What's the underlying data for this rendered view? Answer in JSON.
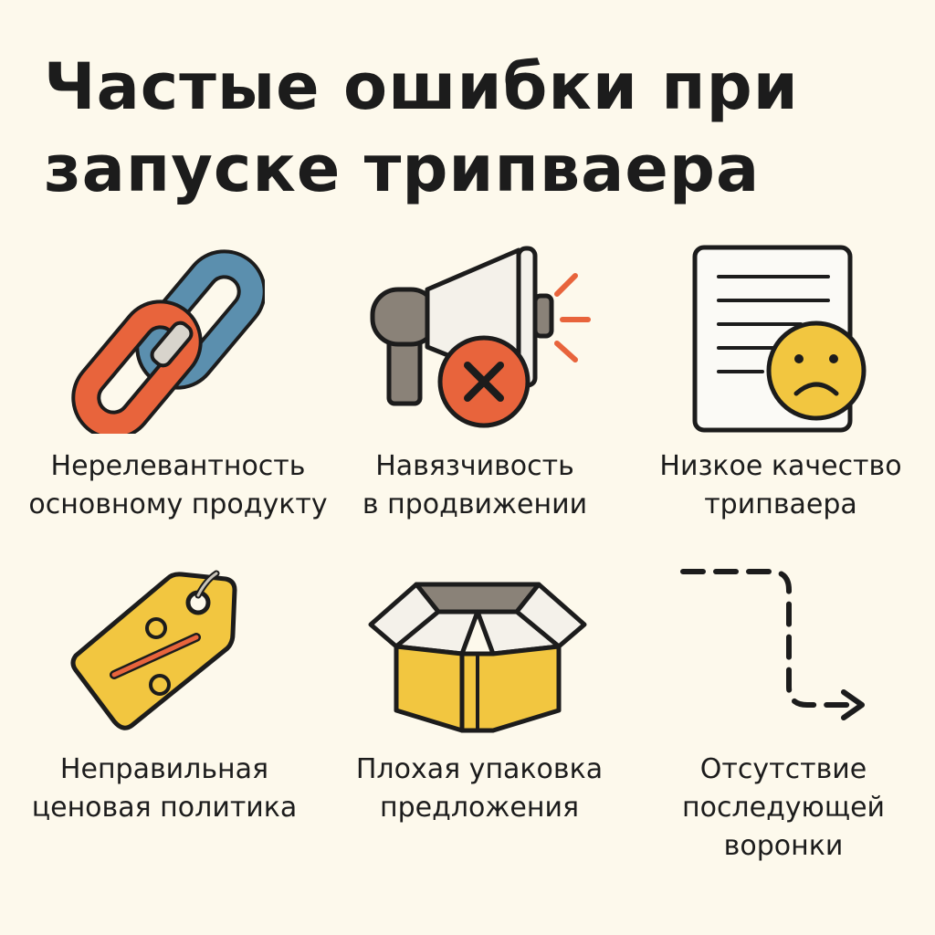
{
  "title": {
    "line1": "Частые ошибки при",
    "line2": "запуске трипваера"
  },
  "items": [
    {
      "icon": "chain-link-icon",
      "line1": "Нерелевантность",
      "line2": "основному продукту"
    },
    {
      "icon": "megaphone-cross-icon",
      "line1": "Навязчивость",
      "line2": "в продвижении"
    },
    {
      "icon": "document-sad-face-icon",
      "line1": "Низкое качество",
      "line2": "трипваера"
    },
    {
      "icon": "percent-price-tag-icon",
      "line1": "Неправильная",
      "line2": "ценовая политика"
    },
    {
      "icon": "open-box-icon",
      "line1": "Плохая упаковка",
      "line2": "предложения"
    },
    {
      "icon": "dashed-arrow-path-icon",
      "line1": "Отсутствие",
      "line2": "последующей",
      "line3": "воронки"
    }
  ],
  "colors": {
    "background": "#fdf9ec",
    "orange": "#e8643c",
    "blue": "#5b8fae",
    "yellow": "#f2c640",
    "gray": "#8a8278",
    "outline": "#1c1c1c"
  }
}
